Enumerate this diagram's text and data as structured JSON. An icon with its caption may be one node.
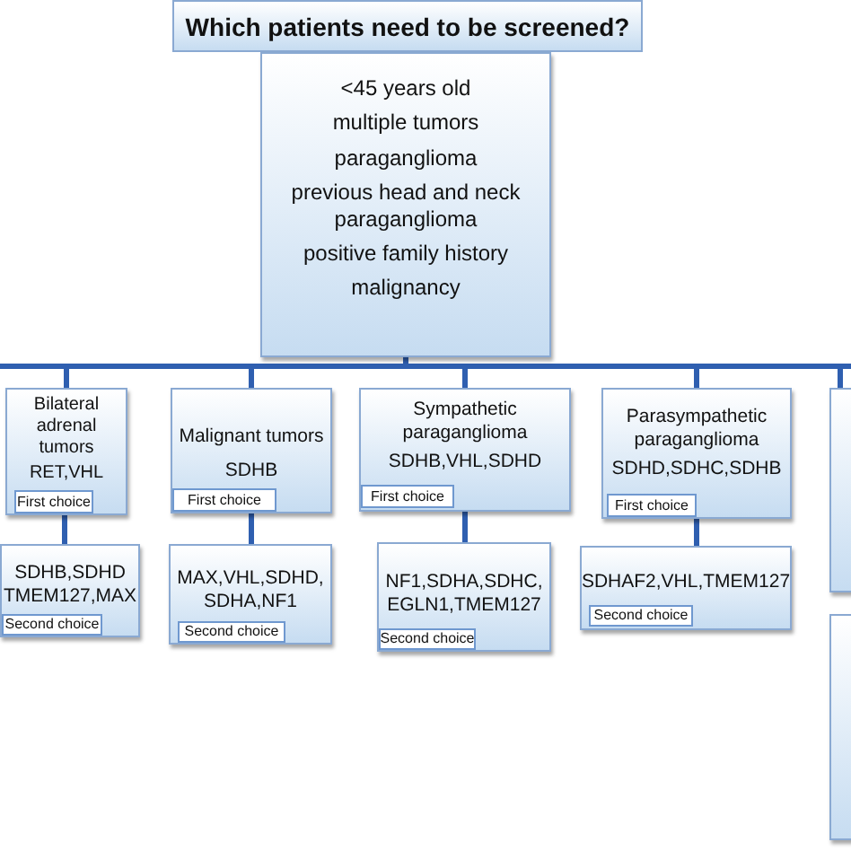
{
  "diagram": {
    "nodes": [
      {
        "text": [
          "Which patients need to be screened?"
        ]
      },
      {
        "text": [
          "<45 years old",
          "multiple tumors",
          "paraganglioma",
          "previous head and neck paraganglioma",
          "positive family history",
          "malignancy"
        ]
      },
      {
        "text": [
          "Bilateral adrenal tumors",
          "RET,VHL"
        ]
      },
      {
        "text": [
          "First choice"
        ],
        "in": 2
      },
      {
        "text": [
          "SDHB,SDHD TMEM127,MAX"
        ]
      },
      {
        "text": [
          "Second choice"
        ],
        "in": 4
      },
      {
        "text": [
          "Malignant tumors",
          "SDHB"
        ]
      },
      {
        "text": [
          "First choice"
        ],
        "in": 6
      },
      {
        "text": [
          "MAX,VHL,SDHD, SDHA,NF1"
        ]
      },
      {
        "text": [
          "Second choice"
        ],
        "in": 8
      },
      {
        "text": [
          "Sympathetic paraganglioma",
          "SDHB,VHL,SDHD"
        ]
      },
      {
        "text": [
          "First choice"
        ],
        "in": 10
      },
      {
        "text": [
          "NF1,SDHA,SDHC, EGLN1,TMEM127"
        ]
      },
      {
        "text": [
          "Second choice"
        ],
        "in": 12
      },
      {
        "text": [
          "Parasympathetic paraganglioma",
          "SDHD,SDHC,SDHB"
        ]
      },
      {
        "text": [
          "First choice"
        ],
        "in": 14
      },
      {
        "text": [
          "SDHAF2,VHL,TMEM127"
        ]
      },
      {
        "text": [
          "Second choice"
        ],
        "in": 16
      },
      {
        "text": [],
        "shape": "box"
      },
      {
        "text": [],
        "shape": "box"
      }
    ],
    "edges": [
      {
        "from": 1,
        "to": 2,
        "arrow": "none"
      },
      {
        "from": 1,
        "to": 6,
        "arrow": "none"
      },
      {
        "from": 1,
        "to": 10,
        "arrow": "none"
      },
      {
        "from": 1,
        "to": 14,
        "arrow": "none"
      },
      {
        "from": 1,
        "to": 18,
        "arrow": "none"
      },
      {
        "from": 2,
        "to": 4,
        "arrow": "none"
      },
      {
        "from": 6,
        "to": 8,
        "arrow": "none"
      },
      {
        "from": 10,
        "to": 12,
        "arrow": "none"
      },
      {
        "from": 14,
        "to": 16,
        "arrow": "none"
      }
    ]
  }
}
